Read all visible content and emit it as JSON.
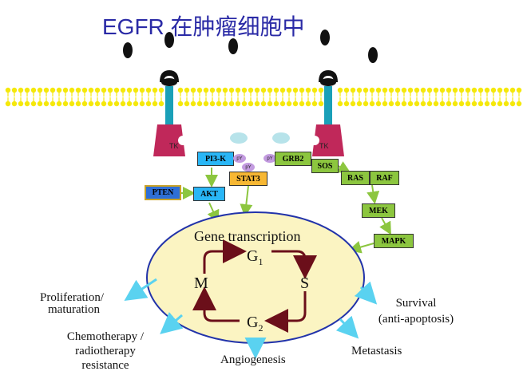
{
  "title": "EGFR 在肿瘤细胞中",
  "receptors": {
    "left_tk": "TK",
    "right_tk": "TK"
  },
  "phospho": {
    "p1": "pY",
    "p2": "pY",
    "p3": "pY"
  },
  "boxes": {
    "pi3k": "PI3-K",
    "grb2": "GRB2",
    "sos": "SOS",
    "stat3": "STAT3",
    "pten": "PTEN",
    "akt": "AKT",
    "ras": "RAS",
    "raf": "RAF",
    "mek": "MEK",
    "mapk": "MAPK"
  },
  "cell": {
    "header": "Gene transcription",
    "g1": "G",
    "g1_sub": "1",
    "s": "S",
    "g2": "G",
    "g2_sub": "2",
    "m": "M"
  },
  "outcomes": {
    "proliferation_1": "Proliferation/",
    "proliferation_2": "maturation",
    "chemo_1": "Chemotherapy /",
    "chemo_2": "radiotherapy",
    "chemo_3": "resistance",
    "angiogenesis": "Angiogenesis",
    "metastasis": "Metastasis",
    "survival_1": "Survival",
    "survival_2": "(anti-apoptosis)"
  },
  "colors": {
    "title": "#2a2aa6",
    "membrane": "#f5e80a",
    "receptor_stem": "#1aa0b8",
    "tk_domain": "#c0285a",
    "pathway_box": "#8cc63f",
    "cell_fill": "#fbf4c2",
    "cell_border": "#2233aa",
    "cycle_arrow": "#6b0f1a",
    "outcome_arrow": "#5ad2f0"
  }
}
